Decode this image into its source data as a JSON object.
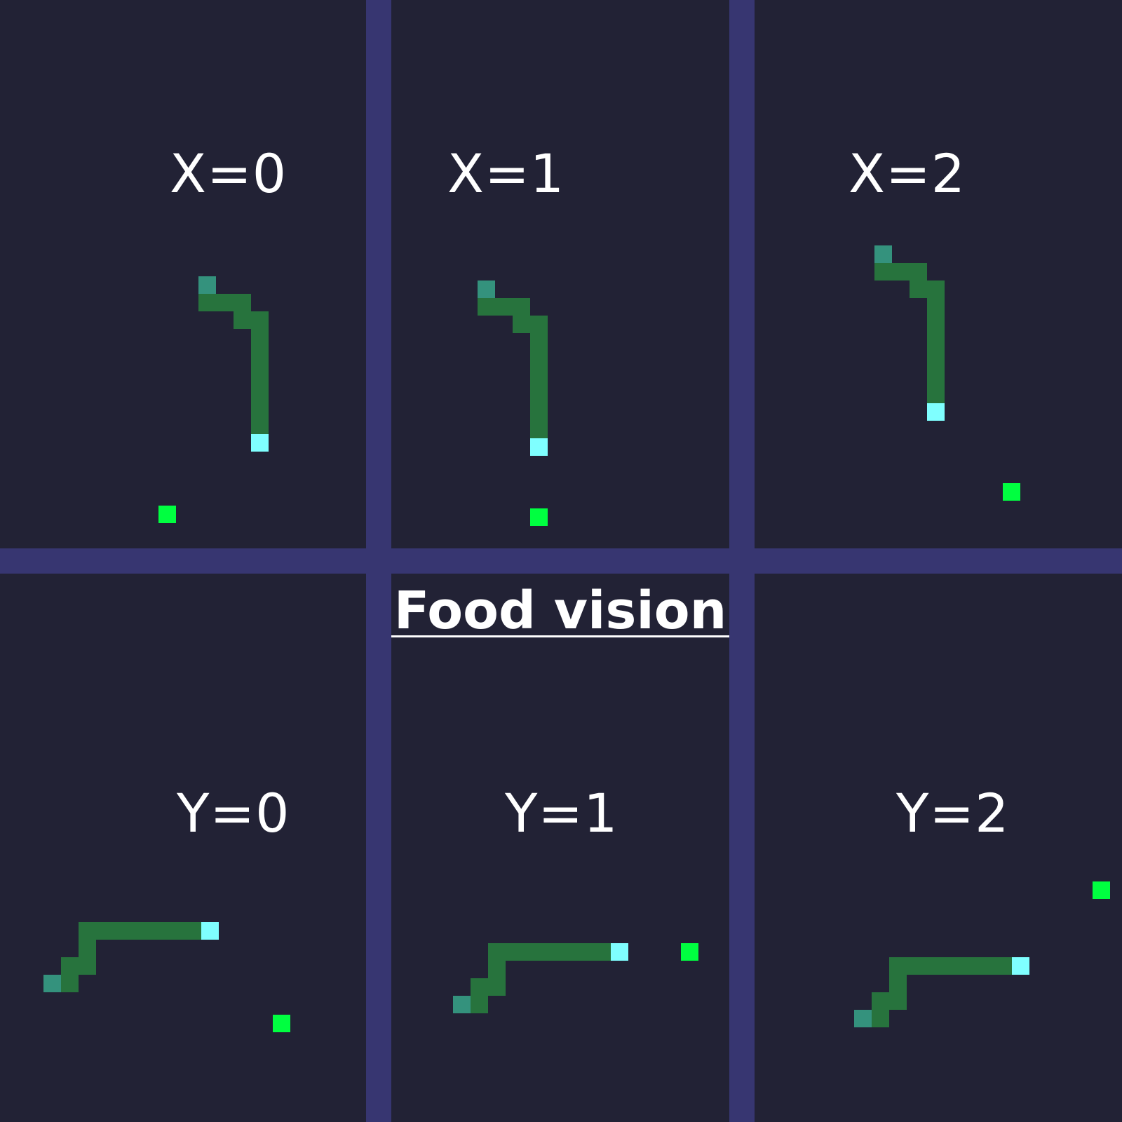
{
  "title": "Food vision",
  "colors": {
    "background": "#222235",
    "divider": "#373671",
    "body": "#27733d",
    "tail": "#34927d",
    "head": "#7fffff",
    "food": "#00ff40",
    "text": "#ffffff"
  },
  "cells": [
    {
      "label": "X=0"
    },
    {
      "label": "X=1"
    },
    {
      "label": "X=2"
    },
    {
      "label": "Y=0"
    },
    {
      "label": "Y=1"
    },
    {
      "label": "Y=2"
    }
  ]
}
